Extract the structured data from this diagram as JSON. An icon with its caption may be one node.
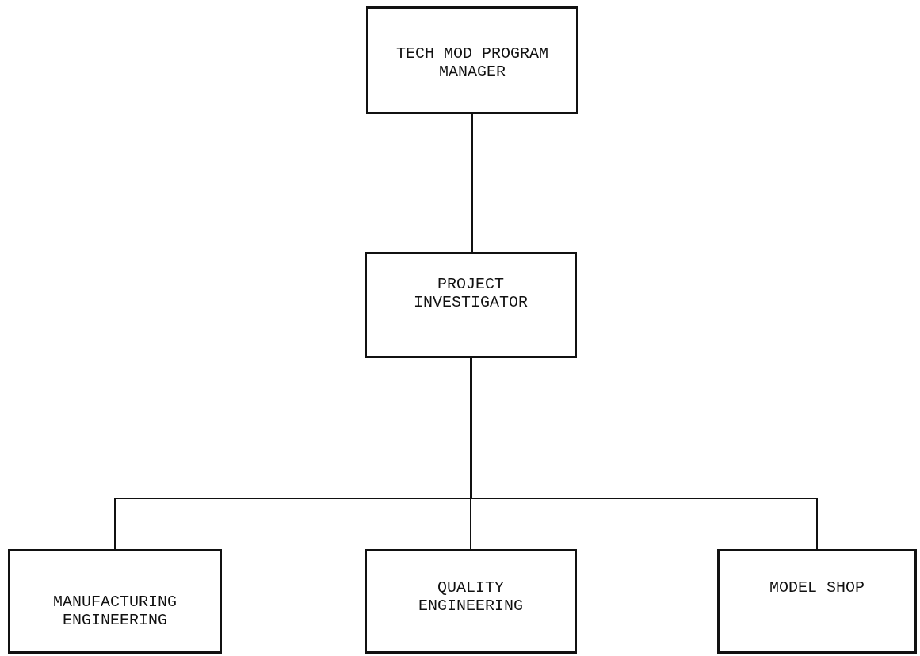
{
  "diagram": {
    "nodes": [
      {
        "text": [
          "TECH MOD PROGRAM MANAGER"
        ]
      },
      {
        "text": [
          "PROJECT INVESTIGATOR"
        ]
      },
      {
        "text": [
          "MANUFACTURING ENGINEERING"
        ]
      },
      {
        "text": [
          "QUALITY ENGINEERING"
        ]
      },
      {
        "text": [
          "MODEL SHOP"
        ]
      }
    ],
    "edges": [
      {
        "from": 0,
        "to": 1,
        "arrow": "none"
      },
      {
        "from": 1,
        "to": 2,
        "arrow": "none"
      },
      {
        "from": 1,
        "to": 3,
        "arrow": "none"
      },
      {
        "from": 1,
        "to": 4,
        "arrow": "none"
      }
    ]
  }
}
